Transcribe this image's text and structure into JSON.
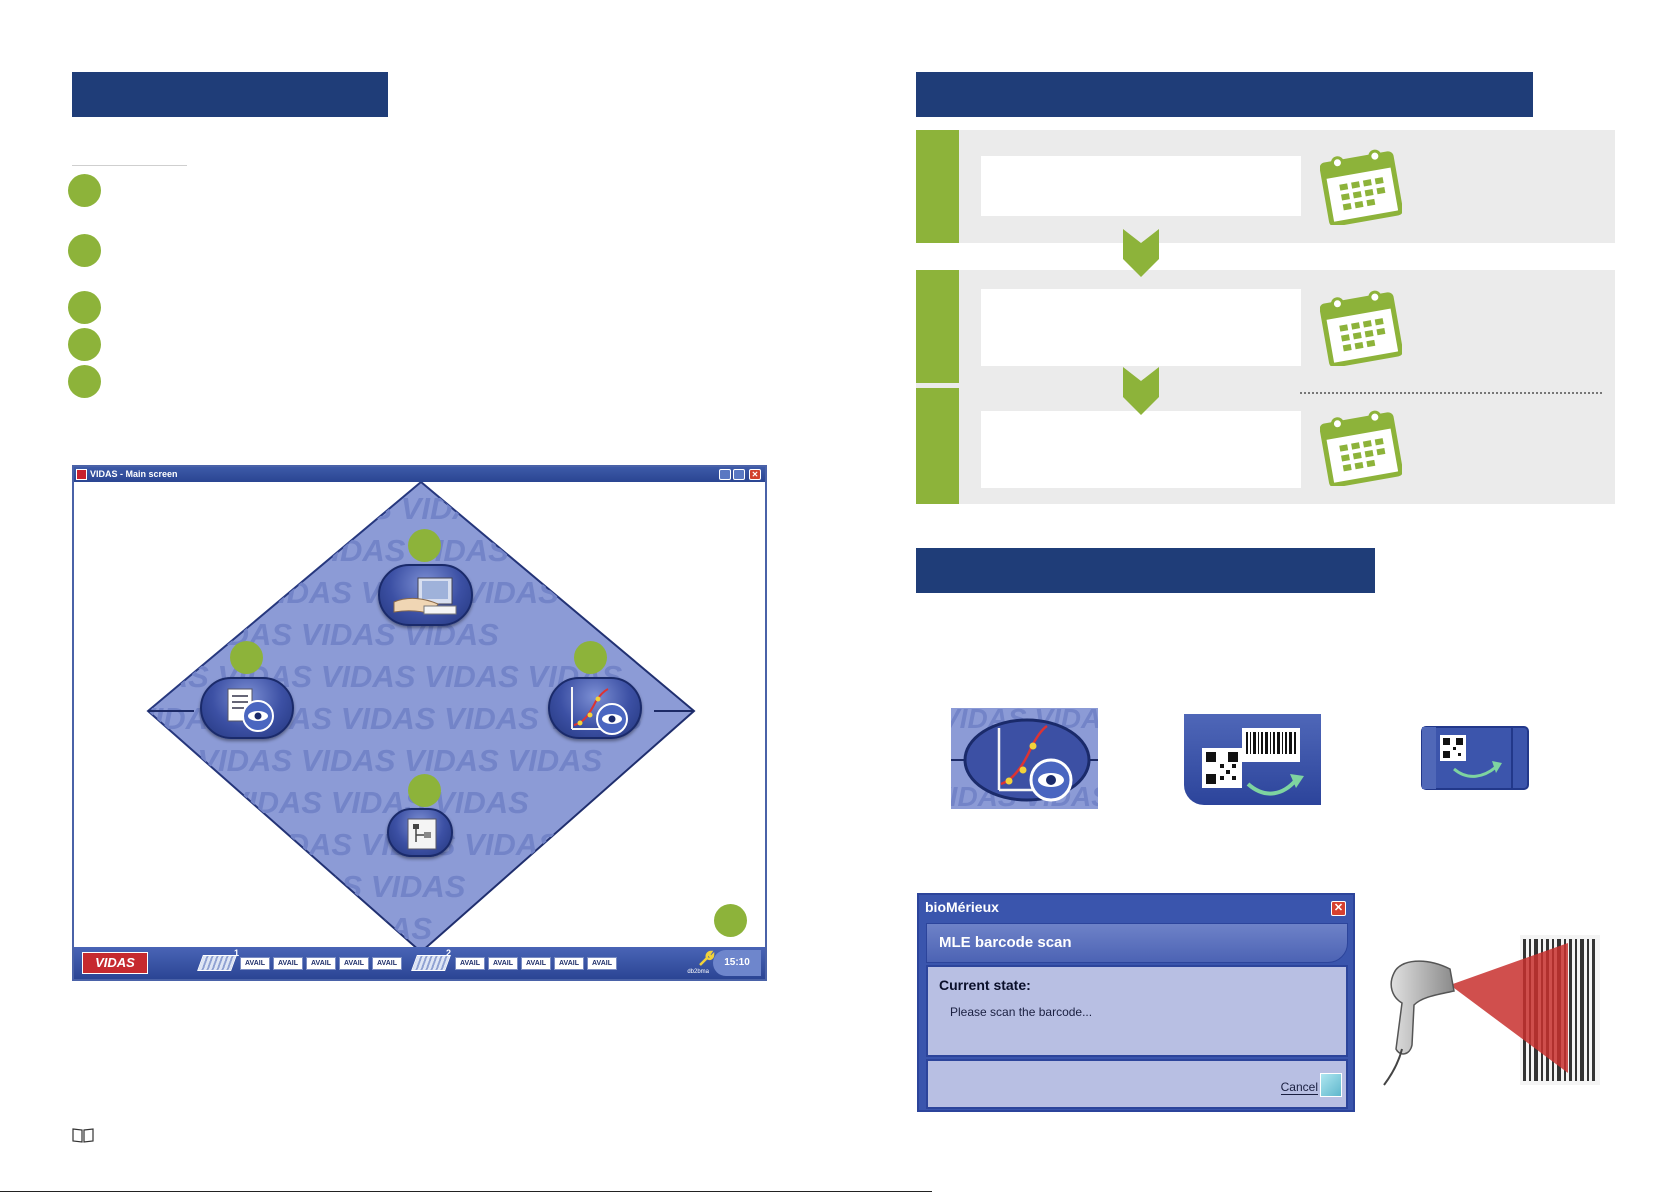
{
  "left_window": {
    "title": "VIDAS - Main screen",
    "watermark": "VIDAS VIDAS VIDAS VIDAS VIDAS VIDAS",
    "taskbar": {
      "logo": "VIDAS",
      "rack_numbers": [
        "1",
        "2"
      ],
      "slots_group_1": [
        "AVAIL",
        "AVAIL",
        "AVAIL",
        "AVAIL",
        "AVAIL"
      ],
      "slots_group_2": [
        "AVAIL",
        "AVAIL",
        "AVAIL",
        "AVAIL",
        "AVAIL"
      ],
      "user": "db2bma",
      "clock": "15:10"
    }
  },
  "dialog": {
    "title": "bioMérieux",
    "header": "MLE barcode scan",
    "state_label": "Current state:",
    "message": "Please scan the barcode...",
    "cancel": "Cancel"
  },
  "colors": {
    "header_bar": "#1f3d78",
    "accent_green": "#8db33a",
    "step_bg": "#ebebeb"
  }
}
